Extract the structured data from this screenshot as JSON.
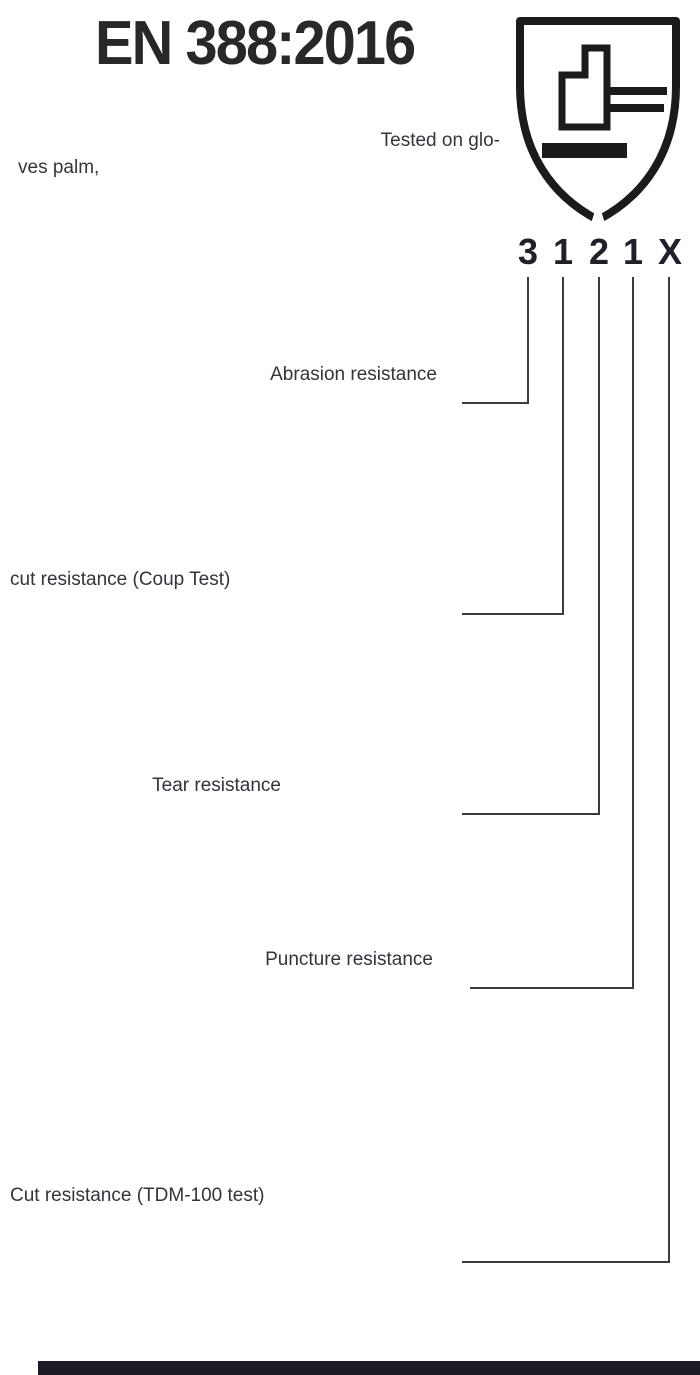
{
  "standard": {
    "title": "EN 388:2016",
    "tested_note_line1": "Tested on glo-",
    "tested_note_line2": "ves palm,"
  },
  "pictogram": {
    "name": "en388-abrasion-shield",
    "description_code": "3 1 2 1 X"
  },
  "marking": {
    "digits": [
      {
        "value": "3",
        "label": "Abrasion resistance"
      },
      {
        "value": "1",
        "label": "cut resistance (Coup Test)"
      },
      {
        "value": "2",
        "label": "Tear resistance"
      },
      {
        "value": "1",
        "label": "Puncture resistance"
      },
      {
        "value": "X",
        "label": "Cut resistance (TDM-100 test)"
      }
    ]
  },
  "colors": {
    "ink": "#28282b",
    "line": "#3a3a3f",
    "label_text": "#33343b",
    "bottom_bar": "#1c1c26",
    "background": "#ffffff"
  }
}
